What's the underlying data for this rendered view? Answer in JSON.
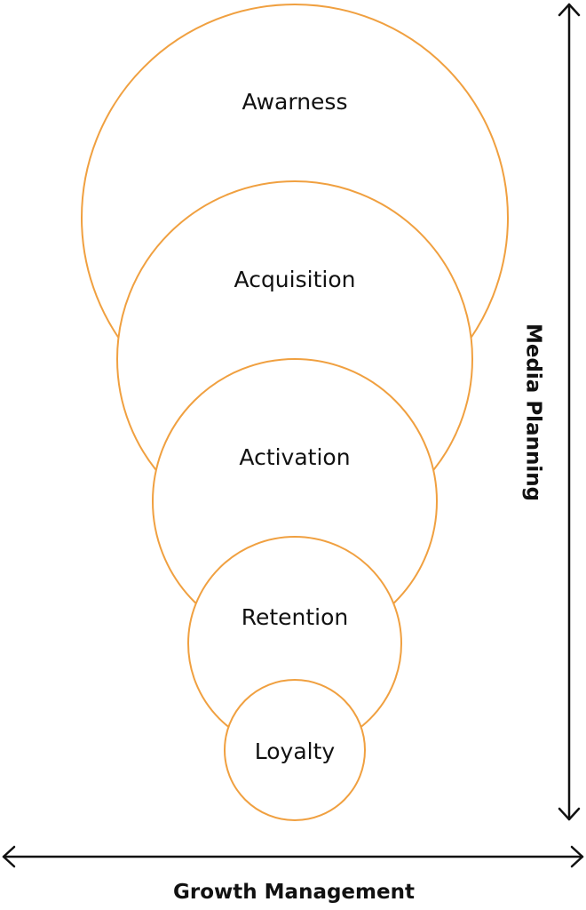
{
  "stages": [
    {
      "label": "Awarness"
    },
    {
      "label": "Acquisition"
    },
    {
      "label": "Activation"
    },
    {
      "label": "Retention"
    },
    {
      "label": "Loyalty"
    }
  ],
  "axes": {
    "horizontal_label": "Growth Management",
    "vertical_label": "Media Planning"
  },
  "colors": {
    "circle_stroke": "#F0A040",
    "text": "#111111",
    "arrow": "#111111",
    "background": "#FFFFFF"
  }
}
